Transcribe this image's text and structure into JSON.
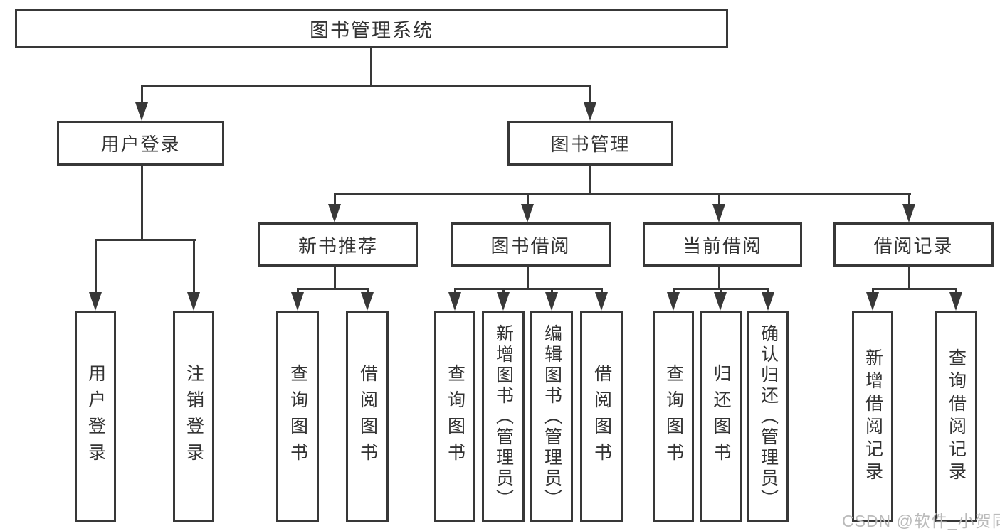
{
  "diagram": {
    "type": "hierarchy-tree",
    "background": "#ffffff",
    "colors": {
      "line": "#383838",
      "box_border": "#383838",
      "text": "#333333",
      "watermark": "#bababa"
    }
  },
  "nodes": {
    "root": {
      "label": "图书管理系统"
    },
    "user_login": {
      "label": "用户登录"
    },
    "book_mgmt": {
      "label": "图书管理"
    },
    "new_book_rec": {
      "label": "新书推荐"
    },
    "book_borrow": {
      "label": "图书借阅"
    },
    "current_borrow": {
      "label": "当前借阅"
    },
    "borrow_record": {
      "label": "借阅记录"
    },
    "ul_login": {
      "label": "用户登录"
    },
    "ul_logout": {
      "label": "注销登录"
    },
    "nb_query": {
      "label": "查询图书"
    },
    "nb_borrow": {
      "label": "借阅图书"
    },
    "bb_query": {
      "label": "查询图书"
    },
    "bb_add": {
      "label": "新增图书（管理员）"
    },
    "bb_edit": {
      "label": "编辑图书（管理员）"
    },
    "bb_borrow": {
      "label": "借阅图书"
    },
    "cb_query": {
      "label": "查询图书"
    },
    "cb_return": {
      "label": "归还图书"
    },
    "cb_confirm": {
      "label": "确认归还（管理员）"
    },
    "br_add": {
      "label": "新增借阅记录"
    },
    "br_query": {
      "label": "查询借阅记录"
    }
  },
  "hierarchy": {
    "root": "图书管理系统",
    "children": [
      {
        "label": "用户登录",
        "children": [
          "用户登录",
          "注销登录"
        ]
      },
      {
        "label": "图书管理",
        "children": [
          {
            "label": "新书推荐",
            "children": [
              "查询图书",
              "借阅图书"
            ]
          },
          {
            "label": "图书借阅",
            "children": [
              "查询图书",
              "新增图书（管理员）",
              "编辑图书（管理员）",
              "借阅图书"
            ]
          },
          {
            "label": "当前借阅",
            "children": [
              "查询图书",
              "归还图书",
              "确认归还（管理员）"
            ]
          },
          {
            "label": "借阅记录",
            "children": [
              "新增借阅记录",
              "查询借阅记录"
            ]
          }
        ]
      }
    ]
  },
  "watermark": {
    "text": "CSDN @软件_小贺同学"
  }
}
